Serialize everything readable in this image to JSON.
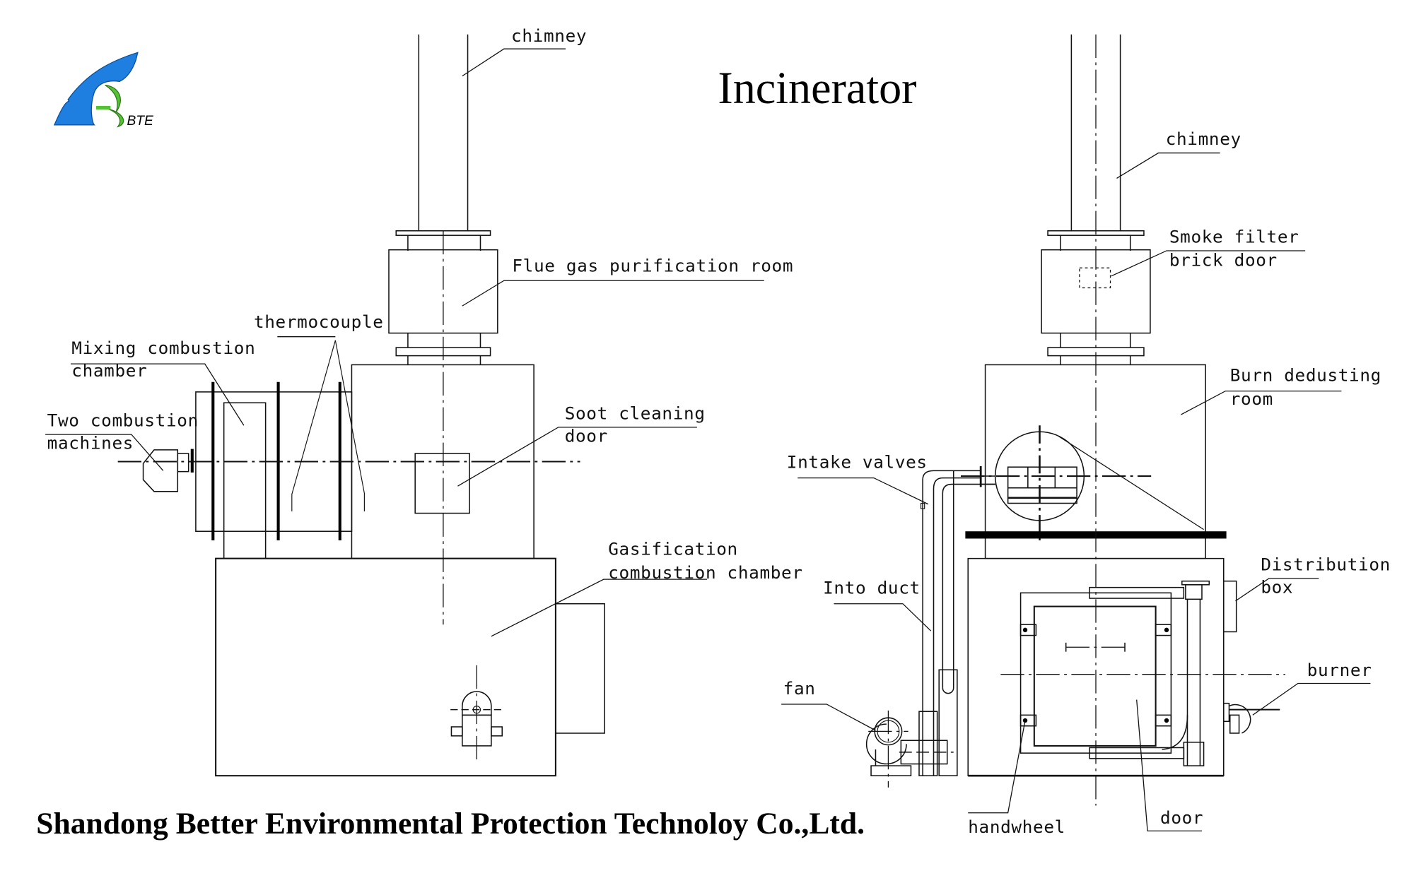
{
  "title": "Incinerator",
  "logo": {
    "text": "BTE",
    "colors": {
      "primary": "#1e7fe0",
      "secondary": "#55c234"
    }
  },
  "footer": "Shandong Better Environmental Protection Technoloy Co.,Ltd.",
  "left_view": {
    "labels": {
      "chimney": "chimney",
      "flue_gas": "Flue gas purification room",
      "thermocouple": "thermocouple",
      "mixing_1": "Mixing combustion",
      "mixing_2": "chamber",
      "two_comb_1": "Two combustion",
      "two_comb_2": "machines",
      "soot_1": "Soot cleaning",
      "soot_2": "door",
      "gasification_1": "Gasification",
      "gasification_2": "combustion chamber"
    }
  },
  "right_view": {
    "labels": {
      "chimney": "chimney",
      "smoke_1": "Smoke filter",
      "smoke_2": "brick door",
      "burn_1": "Burn dedusting",
      "burn_2": "room",
      "intake": "Intake valves",
      "into_duct": "Into duct",
      "fan": "fan",
      "distribution_1": "Distribution",
      "distribution_2": "box",
      "burner": "burner",
      "handwheel": "handwheel",
      "door": "door"
    }
  }
}
